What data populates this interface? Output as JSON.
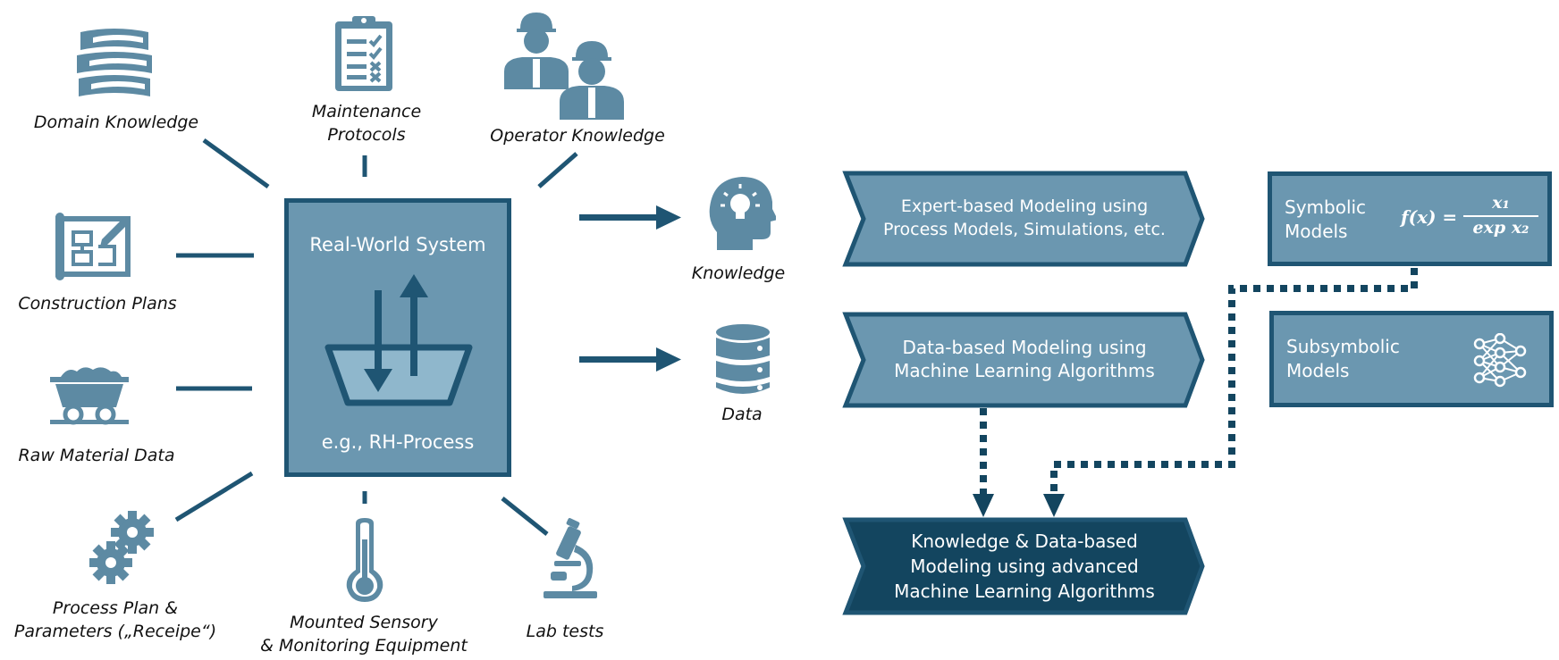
{
  "sources": {
    "domain_knowledge": "Domain Knowledge",
    "maintenance_protocols_1": "Maintenance",
    "maintenance_protocols_2": "Protocols",
    "operator_knowledge": "Operator Knowledge",
    "construction_plans": "Construction Plans",
    "raw_material_data": "Raw Material Data",
    "process_plan_1": "Process Plan &",
    "process_plan_2": "Parameters („Receipe“)",
    "mounted_sensory_1": "Mounted Sensory",
    "mounted_sensory_2": "& Monitoring Equipment",
    "lab_tests": "Lab tests"
  },
  "system": {
    "title": "Real-World System",
    "example": "e.g., RH-Process"
  },
  "outputs": {
    "knowledge": "Knowledge",
    "data": "Data"
  },
  "modeling": {
    "expert_1": "Expert-based Modeling using",
    "expert_2": "Process Models, Simulations, etc.",
    "data_1": "Data-based Modeling using",
    "data_2": "Machine Learning Algorithms",
    "hybrid_1": "Knowledge & Data-based",
    "hybrid_2": "Modeling using advanced",
    "hybrid_3": "Machine Learning Algorithms"
  },
  "models": {
    "symbolic": "Symbolic\nModels",
    "subsymbolic": "Subsymbolic\nModels",
    "formula_lhs": "f(x) =",
    "formula_num": "x₁",
    "formula_den": "exp x₂"
  },
  "colors": {
    "dark": "#1f5573",
    "mid": "#6b97b0",
    "darkest": "#13455f",
    "icon": "#5d8aa3"
  }
}
